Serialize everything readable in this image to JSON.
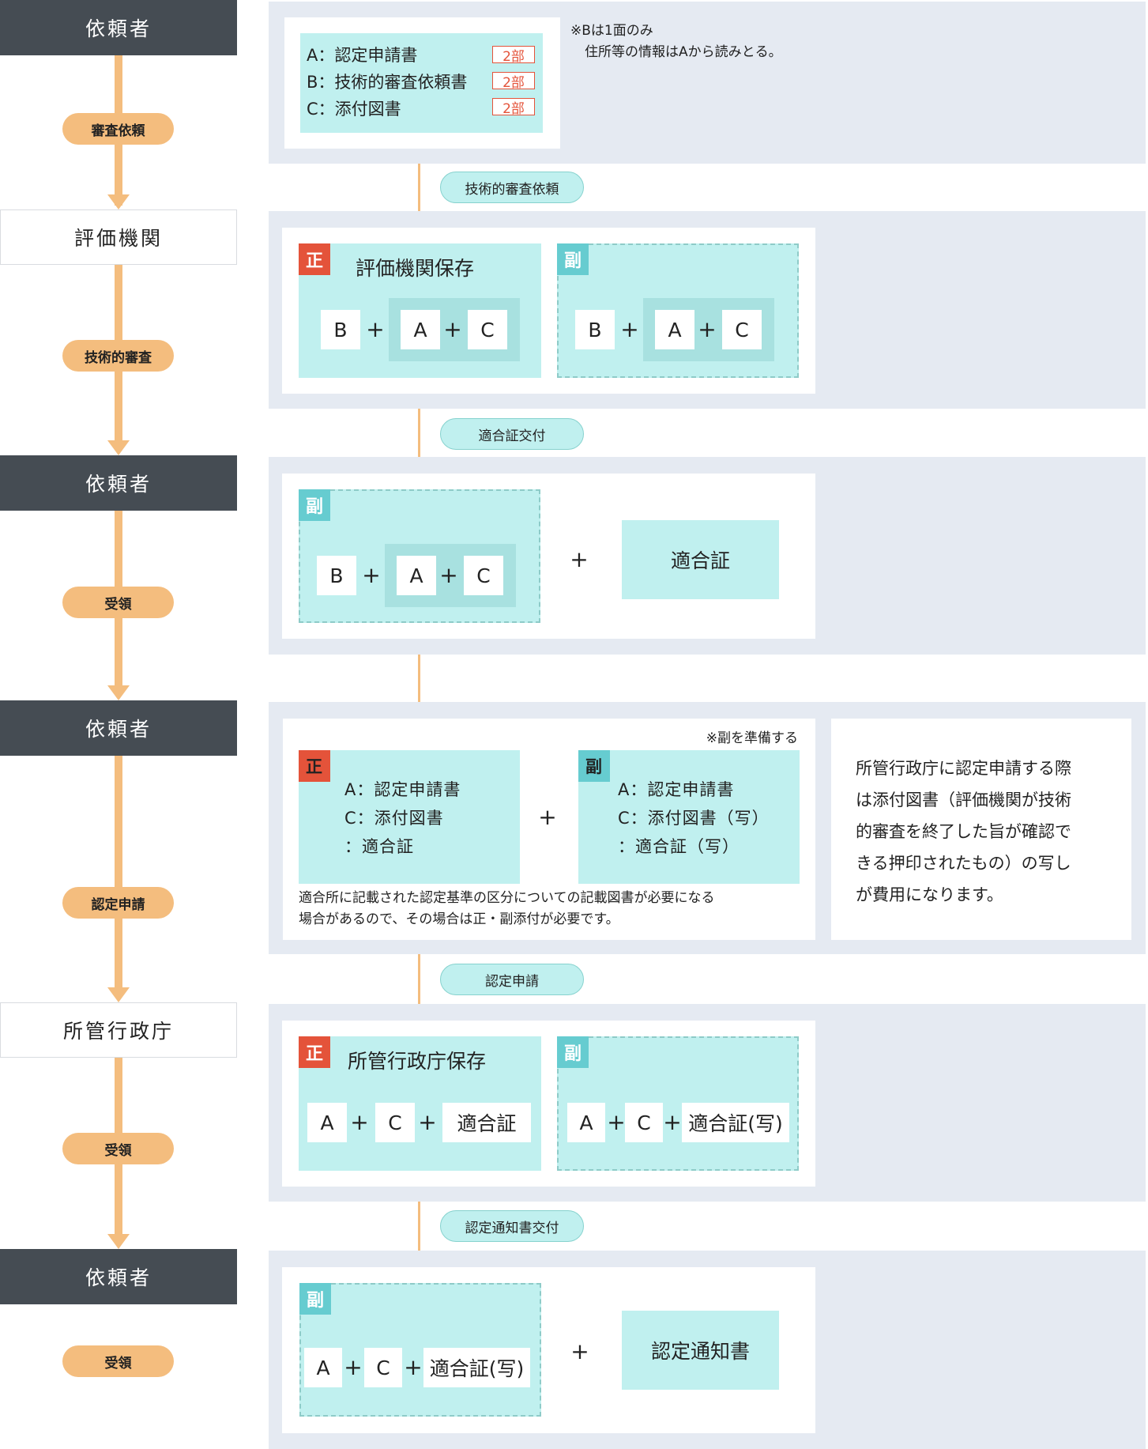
{
  "colors": {
    "actor_dark": "#454c53",
    "step_orange": "#f4bd7e",
    "panel_gray": "#e5eaf2",
    "doc_cyan": "#c0f0ef",
    "group_teal": "#a8e1e0",
    "sei_red": "#e4533a",
    "fuku_teal": "#66ccd0"
  },
  "lane": {
    "actors": [
      "依頼者",
      "評価機関",
      "依頼者",
      "依頼者",
      "所管行政庁",
      "依頼者"
    ],
    "steps": [
      "審査依頼",
      "技術的審査",
      "受領",
      "認定申請",
      "受領",
      "受領"
    ]
  },
  "flow_labels": [
    "技術的審査依頼",
    "適合証交付",
    "認定申請",
    "認定通知書交付"
  ],
  "badges": {
    "sei": "正",
    "fuku": "副"
  },
  "plus": "+",
  "section1": {
    "documents": [
      {
        "label": "A：認定申請書",
        "copies": "2部"
      },
      {
        "label": "B：技術的審査依頼書",
        "copies": "2部"
      },
      {
        "label": "C：添付図書",
        "copies": "2部"
      }
    ],
    "note_line1": "※Bは1面のみ",
    "note_line2": "住所等の情報はAから読みとる。"
  },
  "section2": {
    "sei_title": "評価機関保存",
    "cells": [
      "B",
      "A",
      "C"
    ]
  },
  "section3": {
    "cells": [
      "B",
      "A",
      "C"
    ],
    "certificate": "適合証"
  },
  "section4": {
    "note": "※副を準備する",
    "sei_items": [
      "A：認定申請書",
      "C：添付図書",
      "：適合証"
    ],
    "fuku_items": [
      "A：認定申請書",
      "C：添付図書（写）",
      "：適合証（写）"
    ],
    "caption_line1": "適合所に記載された認定基準の区分についての記載図書が必要になる",
    "caption_line2": "場合があるので、その場合は正・副添付が必要です。",
    "side_note": [
      "所管行政庁に認定申請する際",
      "は添付図書（評価機関が技術",
      "的審査を終了した旨が確認で",
      "きる押印されたもの）の写し",
      "が費用になります。"
    ]
  },
  "section5": {
    "sei_title": "所管行政庁保存",
    "sei_cells": [
      "A",
      "C",
      "適合証"
    ],
    "fuku_cells": [
      "A",
      "C",
      "適合証(写)"
    ]
  },
  "section6": {
    "fuku_cells": [
      "A",
      "C",
      "適合証(写)"
    ],
    "notice": "認定通知書"
  }
}
